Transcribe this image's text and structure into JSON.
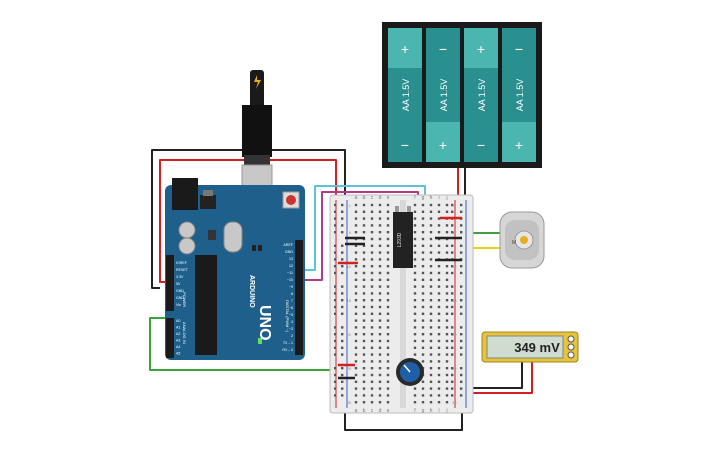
{
  "battery": {
    "cells": [
      {
        "label": "AA 1.5V",
        "top_sign": "+",
        "bottom_sign": "−"
      },
      {
        "label": "AA 1.5V",
        "top_sign": "−",
        "bottom_sign": "+"
      },
      {
        "label": "AA 1.5V",
        "top_sign": "+",
        "bottom_sign": "−"
      },
      {
        "label": "AA 1.5V",
        "top_sign": "−",
        "bottom_sign": "+"
      }
    ]
  },
  "arduino": {
    "logo": "ARDUINO",
    "model": "UNO",
    "power_label": "POWER",
    "analog_label": "ANALOG IN",
    "digital_label": "DIGITAL (PWM ~)",
    "power_pins": [
      "IOREF",
      "RESET",
      "3.3V",
      "5V",
      "GND",
      "GND",
      "Vin"
    ],
    "analog_pins": [
      "A0",
      "A1",
      "A2",
      "A3",
      "A4",
      "A5"
    ],
    "digital_pins": [
      "AREF",
      "GND",
      "13",
      "12",
      "~11",
      "~10",
      "~9",
      "8",
      "7",
      "~6",
      "~5",
      "4",
      "~3",
      "2",
      "TX→1",
      "RX←0"
    ]
  },
  "breadboard": {
    "column_letters_left": [
      "a",
      "b",
      "c",
      "d",
      "e"
    ],
    "column_letters_right": [
      "f",
      "g",
      "h",
      "i",
      "j"
    ],
    "row_numbers": [
      "1",
      "5",
      "10",
      "15",
      "20",
      "25",
      "30"
    ]
  },
  "ic": {
    "label": "L293D"
  },
  "motor": {
    "label": "M"
  },
  "multimeter": {
    "reading": "349 mV"
  },
  "colors": {
    "board_blue": "#1f5f8b",
    "battery_teal": "#2a8f8f",
    "wire_red": "#d42020",
    "wire_black": "#222222",
    "wire_cyan": "#5fc3d8",
    "wire_magenta": "#b03a8c",
    "wire_green": "#3aa33a",
    "wire_yellow": "#e8d21a",
    "meter_body": "#e8c43c",
    "meter_screen": "#cfdccf"
  }
}
